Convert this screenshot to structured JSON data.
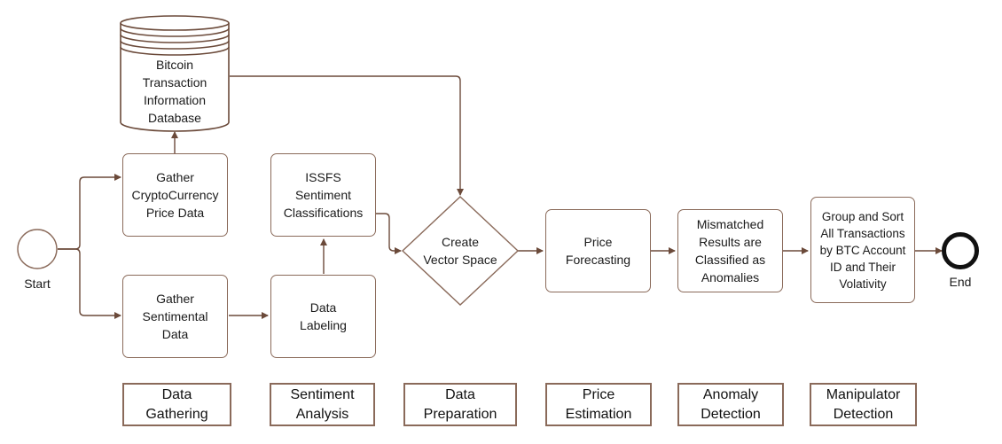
{
  "colors": {
    "stroke": "#8a6a5a",
    "arrow": "#6b4a3a",
    "text": "#1a1a1a"
  },
  "events": {
    "start": "Start",
    "end": "End"
  },
  "nodes": {
    "database": "Bitcoin\nTransaction\nInformation\nDatabase",
    "gather_price": "Gather\nCryptoCurrency\nPrice Data",
    "gather_sentiment": "Gather\nSentimental\nData",
    "issfs": "ISSFS\nSentiment\nClassifications",
    "data_labeling": "Data\nLabeling",
    "vector_space": "Create\nVector Space",
    "price_forecasting": "Price\nForecasting",
    "anomalies": "Mismatched\nResults are\nClassified as\nAnomalies",
    "group_sort": "Group and Sort\nAll Transactions\nby BTC Account\nID and Their\nVolativity"
  },
  "stages": [
    "Data\nGathering",
    "Sentiment\nAnalysis",
    "Data\nPreparation",
    "Price\nEstimation",
    "Anomaly\nDetection",
    "Manipulator\nDetection"
  ]
}
